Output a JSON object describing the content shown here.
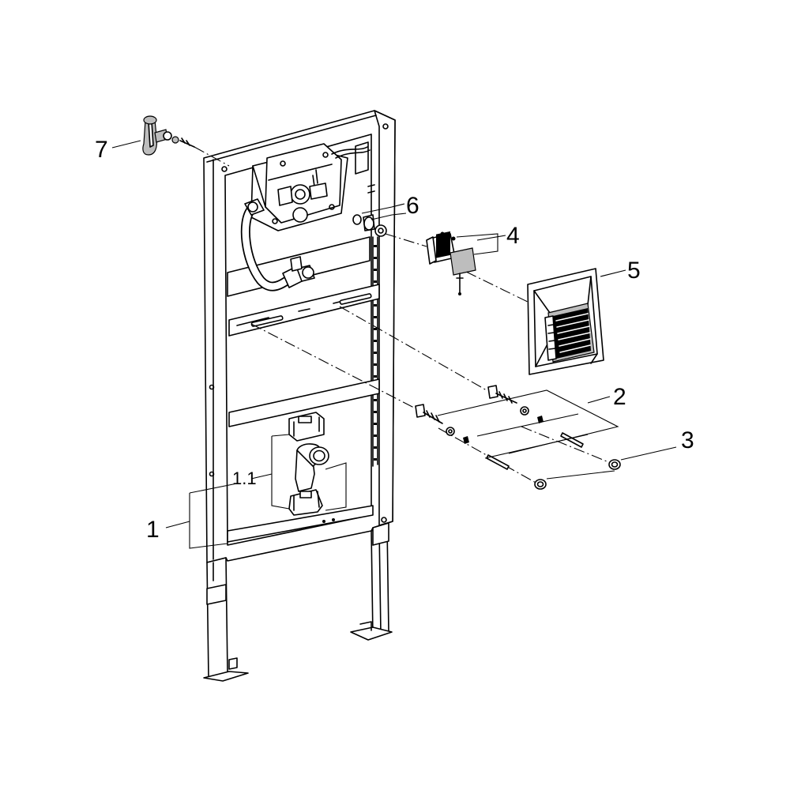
{
  "callouts": {
    "item_1": "1",
    "item_1_1": "1.1",
    "item_2": "2",
    "item_3": "3",
    "item_4": "4",
    "item_5": "5",
    "item_6": "6",
    "item_7": "7"
  }
}
